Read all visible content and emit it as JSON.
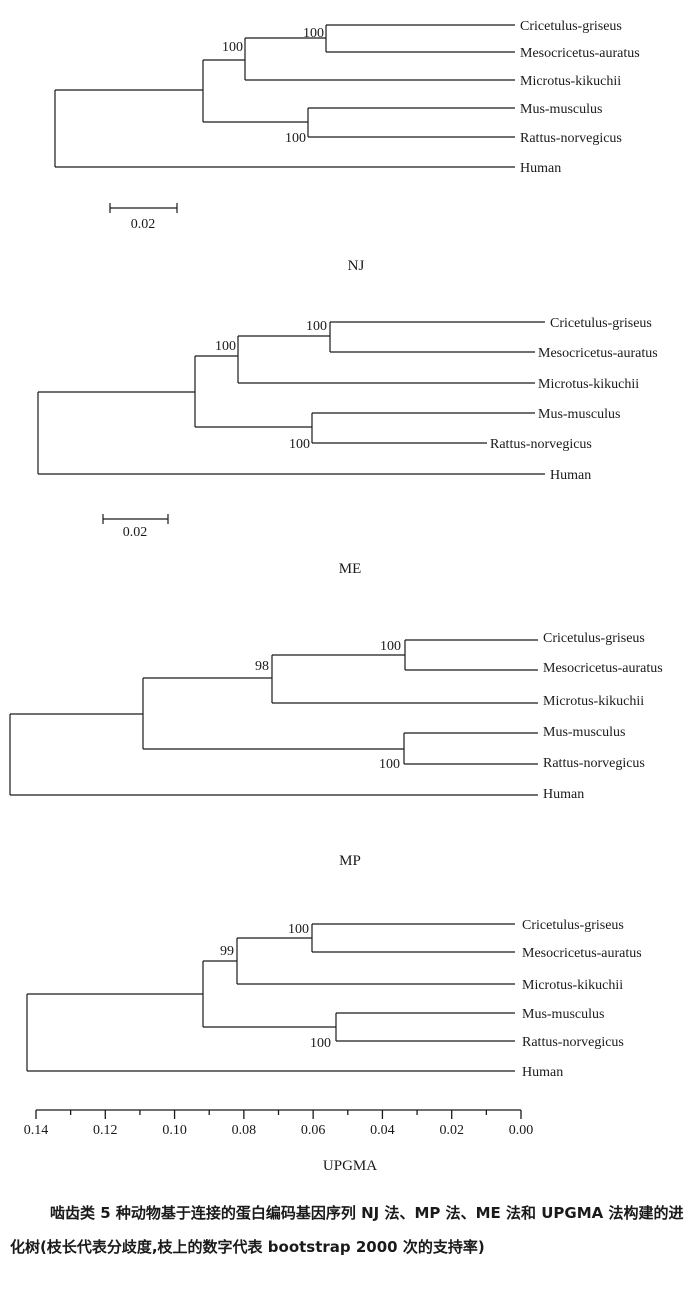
{
  "trees": [
    {
      "method": "NJ",
      "bootstrap": [
        "100",
        "100",
        "100"
      ],
      "tips": [
        "Cricetulus-griseus",
        "Mesocricetus-auratus",
        "Microtus-kikuchii",
        "Mus-musculus",
        "Rattus-norvegicus",
        "Human"
      ],
      "scale_bar": "0.02"
    },
    {
      "method": "ME",
      "bootstrap": [
        "100",
        "100",
        "100"
      ],
      "tips": [
        "Cricetulus-griseus",
        "Mesocricetus-auratus",
        "Microtus-kikuchii",
        "Mus-musculus",
        "Rattus-norvegicus",
        "Human"
      ],
      "scale_bar": "0.02"
    },
    {
      "method": "MP",
      "bootstrap": [
        "100",
        "98",
        "100"
      ],
      "tips": [
        "Cricetulus-griseus",
        "Mesocricetus-auratus",
        "Microtus-kikuchii",
        "Mus-musculus",
        "Rattus-norvegicus",
        "Human"
      ]
    },
    {
      "method": "UPGMA",
      "bootstrap": [
        "100",
        "99",
        "100"
      ],
      "tips": [
        "Cricetulus-griseus",
        "Mesocricetus-auratus",
        "Microtus-kikuchii",
        "Mus-musculus",
        "Rattus-norvegicus",
        "Human"
      ],
      "axis_ticks": [
        "0.14",
        "0.12",
        "0.10",
        "0.08",
        "0.06",
        "0.04",
        "0.02",
        "0.00"
      ]
    }
  ],
  "caption": "啮齿类 5 种动物基于连接的蛋白编码基因序列 NJ 法、MP 法、ME 法和 UPGMA 法构建的进化树(枝长代表分歧度,枝上的数字代表 bootstrap 2000 次的支持率)"
}
